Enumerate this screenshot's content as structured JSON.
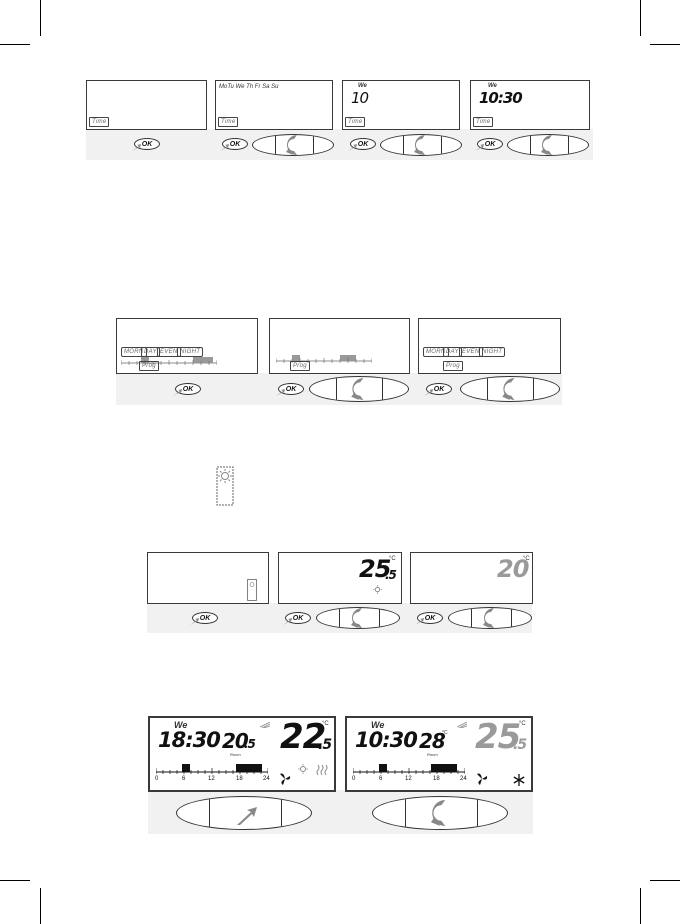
{
  "row1": {
    "screen1": {
      "label": "Time"
    },
    "screen2": {
      "days": "MoTu We Th Fr Sa Su",
      "label": "Time"
    },
    "screen3": {
      "day": "We",
      "hour": "10",
      "label": "Time"
    },
    "screen4": {
      "day": "We",
      "time": "10:30",
      "label": "Time"
    },
    "ok_label": "OK"
  },
  "row2": {
    "screen1": {
      "tags": [
        "MORN",
        "DAY",
        "EVEN",
        "NIGHT"
      ],
      "label": "Prog"
    },
    "screen2": {
      "label": "Prog"
    },
    "screen3": {
      "tags": [
        "MORN",
        "DAY",
        "EVEN",
        "NIGHT"
      ],
      "label": "Prog"
    },
    "ok_label": "OK"
  },
  "row3": {
    "screen2": {
      "temp_main": "25",
      "temp_dec": ".5",
      "unit": "°C"
    },
    "screen3": {
      "temp_main": "20",
      "unit": "°C"
    },
    "ok_label": "OK"
  },
  "row4": {
    "screen1": {
      "day": "We",
      "time": "18:30",
      "room_temp": "20",
      "room_dec": ".5",
      "room_label": "Room",
      "set_temp": "22",
      "set_dec": ".5",
      "unit": "°C",
      "scale": [
        "0",
        "6",
        "12",
        "18",
        "24"
      ]
    },
    "screen2": {
      "day": "We",
      "time": "10:30",
      "room_temp": "28",
      "room_unit": "°C",
      "room_label": "Room",
      "set_temp": "25",
      "set_dec": ".5",
      "unit": "°C",
      "scale": [
        "0",
        "6",
        "12",
        "18",
        "24"
      ]
    }
  }
}
